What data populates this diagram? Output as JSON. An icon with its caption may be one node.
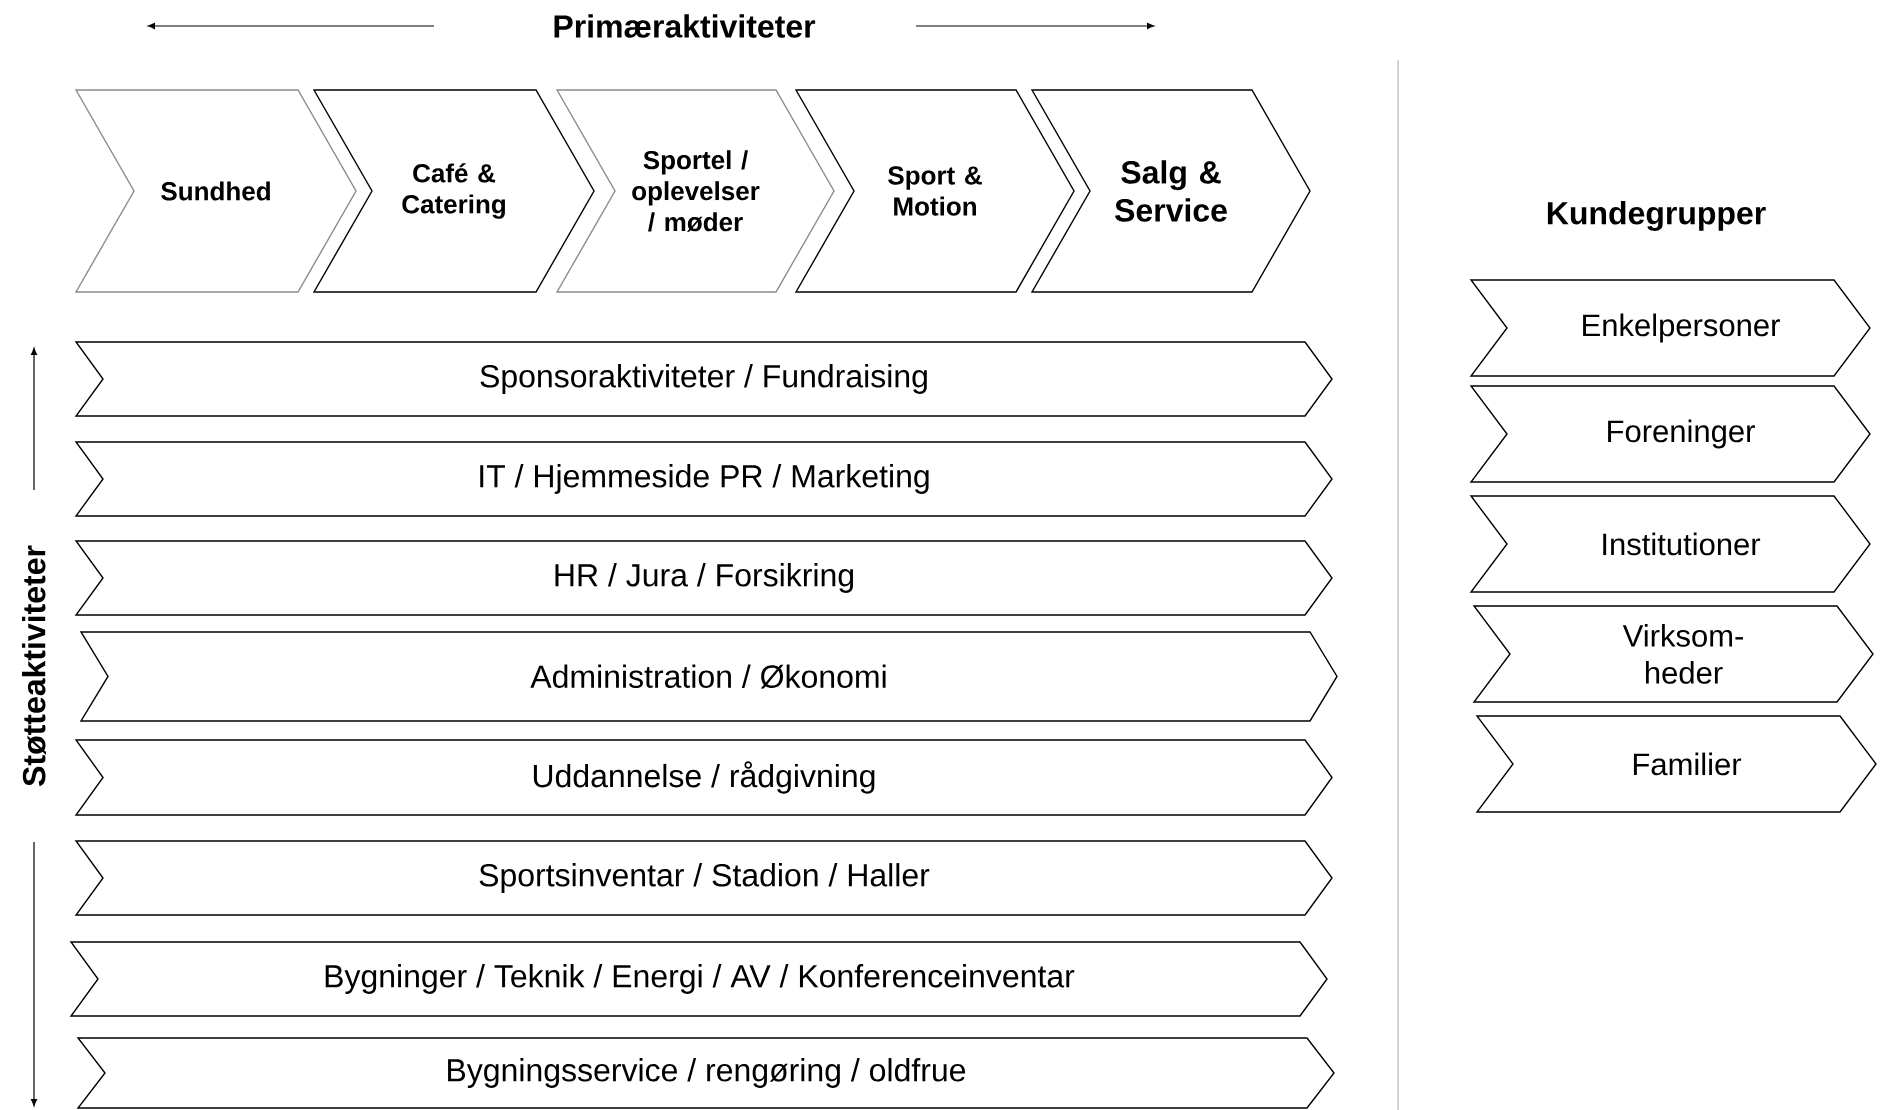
{
  "diagram": {
    "nodes": [
      {
        "text": [
          "Sundhed"
        ]
      },
      {
        "text": [
          "Café & Catering"
        ]
      },
      {
        "text": [
          "Sportel / oplevelser / møder"
        ]
      },
      {
        "text": [
          "Sport & Motion"
        ]
      },
      {
        "text": [
          "Salg & Service"
        ]
      },
      {
        "text": [
          "Sponsoraktiviteter / Fundraising"
        ]
      },
      {
        "text": [
          "IT / Hjemmeside PR / Marketing"
        ]
      },
      {
        "text": [
          "HR / Jura / Forsikring"
        ]
      },
      {
        "text": [
          "Administration / Økonomi"
        ]
      },
      {
        "text": [
          "Uddannelse / rådgivning"
        ]
      },
      {
        "text": [
          "Sportsinventar / Stadion / Haller"
        ]
      },
      {
        "text": [
          "Bygninger / Teknik / Energi / AV / Konferenceinventar"
        ]
      },
      {
        "text": [
          "Bygningsservice / rengøring / oldfrue"
        ]
      },
      {
        "text": [
          "Enkelpersoner"
        ]
      },
      {
        "text": [
          "Foreninger"
        ]
      },
      {
        "text": [
          "Institutioner"
        ]
      },
      {
        "text": [
          "Virksom- heder"
        ]
      },
      {
        "text": [
          "Familier"
        ]
      }
    ],
    "labels": [
      "Primæraktiviteter",
      "Støtteaktiviteter",
      "Kundegrupper"
    ]
  }
}
